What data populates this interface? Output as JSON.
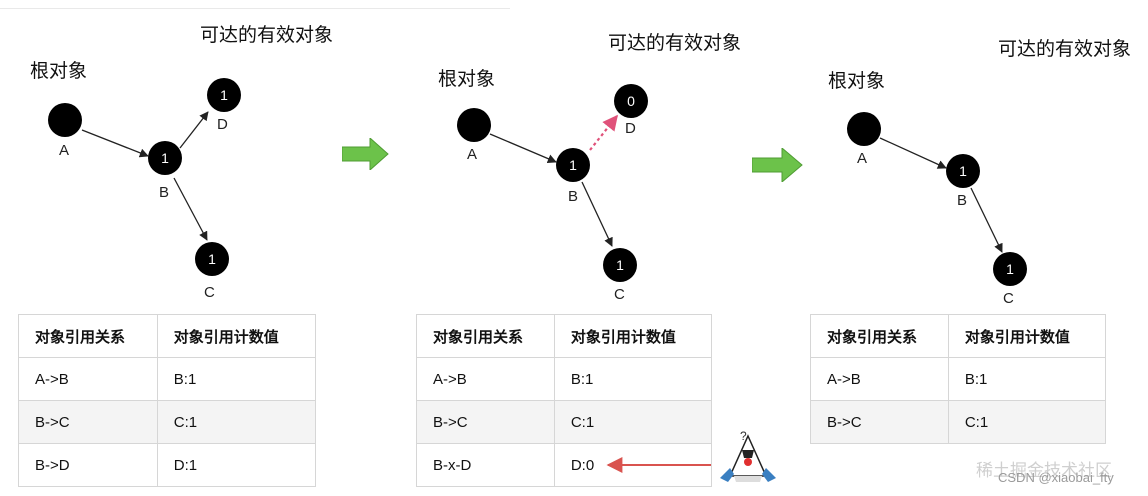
{
  "reachable_label": "可达的有效对象",
  "root_label": "根对象",
  "panels": [
    {
      "nodes": {
        "A": "",
        "B": "1",
        "C": "1",
        "D": "1"
      },
      "table": {
        "headers": [
          "对象引用关系",
          "对象引用计数值"
        ],
        "rows": [
          [
            "A->B",
            "B:1"
          ],
          [
            "B->C",
            "C:1"
          ],
          [
            "B->D",
            "D:1"
          ]
        ]
      }
    },
    {
      "nodes": {
        "A": "",
        "B": "1",
        "C": "1",
        "D": "0"
      },
      "table": {
        "headers": [
          "对象引用关系",
          "对象引用计数值"
        ],
        "rows": [
          [
            "A->B",
            "B:1"
          ],
          [
            "B->C",
            "C:1"
          ],
          [
            "B-x-D",
            "D:0"
          ]
        ]
      }
    },
    {
      "nodes": {
        "A": "",
        "B": "1",
        "C": "1"
      },
      "table": {
        "headers": [
          "对象引用关系",
          "对象引用计数值"
        ],
        "rows": [
          [
            "A->B",
            "B:1"
          ],
          [
            "B->C",
            "C:1"
          ]
        ]
      }
    }
  ],
  "node_letters": {
    "A": "A",
    "B": "B",
    "C": "C",
    "D": "D"
  },
  "watermark": {
    "line1": "稀土掘金技术社区",
    "line2": "CSDN @xiaobai_fty"
  },
  "colors": {
    "node": "#000000",
    "green_arrow": "#6cc24a",
    "removed_edge": "#e0527a",
    "pointer_arrow": "#d9534f"
  }
}
